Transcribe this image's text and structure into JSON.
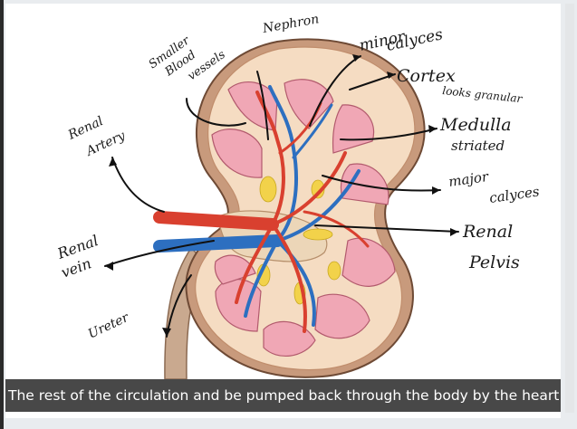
{
  "caption": "The rest of the circulation and be pumped back through the body by the heart.",
  "labels": {
    "nephron": "Nephron",
    "smaller_blood_vessels": [
      "Smaller",
      "Blood",
      "vessels"
    ],
    "minor_calyces": [
      "minor",
      "calyces"
    ],
    "cortex": "Cortex",
    "cortex_note": "looks granular",
    "medulla": "Medulla",
    "medulla_note": "striated",
    "major_calyces": [
      "major",
      "calyces"
    ],
    "renal_artery": [
      "Renal",
      "Artery"
    ],
    "renal_vein": [
      "Renal",
      "vein"
    ],
    "renal_pelvis": [
      "Renal",
      "Pelvis"
    ],
    "ureter": "Ureter"
  },
  "colors": {
    "capsule": "#c89a7c",
    "cortex": "#f5dcc2",
    "pyramid": "#f0a7b5",
    "artery": "#d9402f",
    "vein": "#2d6fc0",
    "fat": "#f2d24a",
    "ureter": "#c9a98f"
  }
}
